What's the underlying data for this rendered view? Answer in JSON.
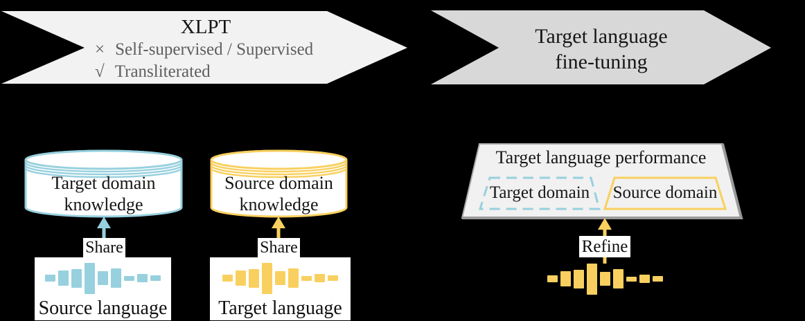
{
  "colors": {
    "blue": "#97d0de",
    "yellow": "#f9d05f",
    "step1_fill": "#f3f2f2",
    "step2_fill": "#d8d8d8",
    "panel_fill": "#f1f1f1",
    "panel_stroke": "#ababab",
    "panel_bevel": "#9a9a9a",
    "ink": "#161616",
    "muted": "#5e5e5e",
    "box_bg": "#ffffff"
  },
  "waveform": {
    "heights": [
      10,
      22,
      27,
      45,
      20,
      28,
      7,
      12,
      8
    ]
  },
  "pipeline": {
    "xlpt": {
      "title": "XLPT",
      "item1_mark": "×",
      "item1_text": "Self-supervised / Supervised",
      "item2_mark": "√",
      "item2_text": "Transliterated"
    },
    "finetune": {
      "line1": "Target language",
      "line2": "fine-tuning"
    }
  },
  "stores": {
    "target_knowledge": {
      "line1": "Target domain",
      "line2": "knowledge"
    },
    "source_knowledge": {
      "line1": "Source domain",
      "line2": "knowledge"
    }
  },
  "performance": {
    "title": "Target language performance",
    "target_domain": "Target domain",
    "source_domain": "Source domain"
  },
  "actions": {
    "share": "Share",
    "refine": "Refine"
  },
  "languages": {
    "source": "Source language",
    "target": "Target language"
  }
}
